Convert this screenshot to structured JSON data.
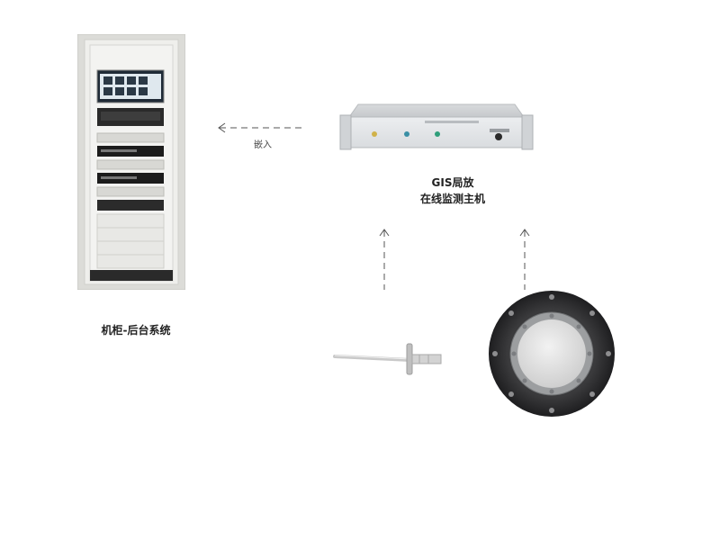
{
  "labels": {
    "cabinet": "机柜-后台系统",
    "host_line1": "GIS局放",
    "host_line2": "在线监测主机",
    "embed": "嵌入"
  },
  "host_panel": {
    "indicator_labels": [
      "",
      "",
      ""
    ],
    "right_label": ""
  },
  "colors": {
    "arrow": "#555555",
    "cabinet_frame": "#d9d9d6",
    "host_body": "#e4e6e8",
    "indicator_green": "#2f9e7a",
    "indicator_teal": "#3a8fa5"
  }
}
